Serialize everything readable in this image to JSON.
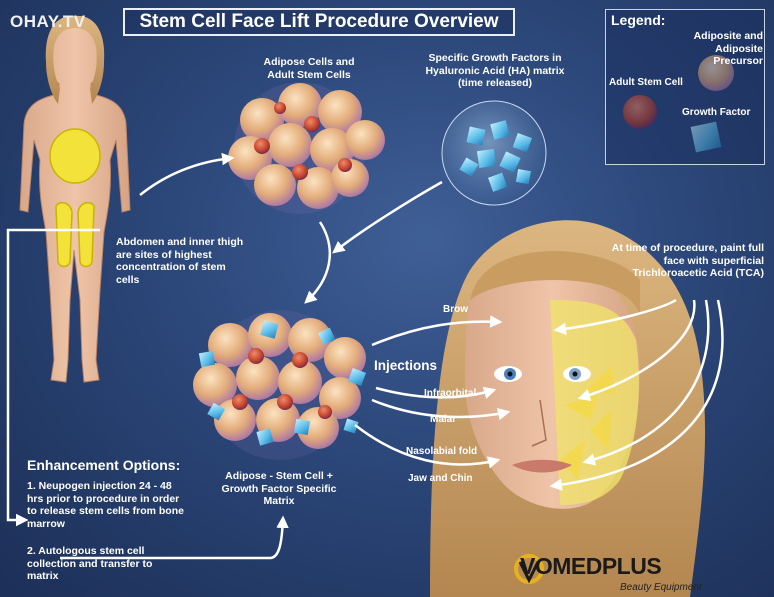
{
  "watermark": "OHAY.TV",
  "title": "Stem Cell Face Lift Procedure Overview",
  "legend": {
    "heading": "Legend:",
    "items": [
      {
        "label": "Adiposite and Adiposite Precursor"
      },
      {
        "label": "Adult Stem Cell"
      },
      {
        "label": "Growth Factor"
      }
    ]
  },
  "labels": {
    "adipose_cells": "Adipose Cells and Adult Stem Cells",
    "growth_factors": "Specific Growth Factors in Hyaluronic Acid (HA) matrix (time released)",
    "abdomen_note": "Abdomen and inner thigh are sites of highest concentration of stem cells",
    "tca_note": "At time of procedure, paint full face with superficial Trichloroacetic Acid (TCA)",
    "matrix": "Adipose - Stem Cell + Growth Factor Specific Matrix",
    "injections": "Injections",
    "sites": [
      "Brow",
      "Infraorbital",
      "Malar",
      "Nasolabial fold",
      "Jaw and Chin"
    ]
  },
  "enhancement": {
    "heading": "Enhancement Options:",
    "options": [
      "1. Neupogen injection 24 - 48 hrs prior to procedure in order to release stem cells from bone marrow",
      "2. Autologous stem cell collection and transfer to matrix"
    ]
  },
  "brand": {
    "name": "VOMEDPLUS",
    "tagline": "Beauty Equipment"
  },
  "colors": {
    "background": "#2b4678",
    "fat_yellow": "#f3e23a",
    "stem_cell": "#c8462c",
    "growth_factor": "#6cc8ef",
    "skin": "#e7b89a",
    "hair": "#c99c62"
  }
}
